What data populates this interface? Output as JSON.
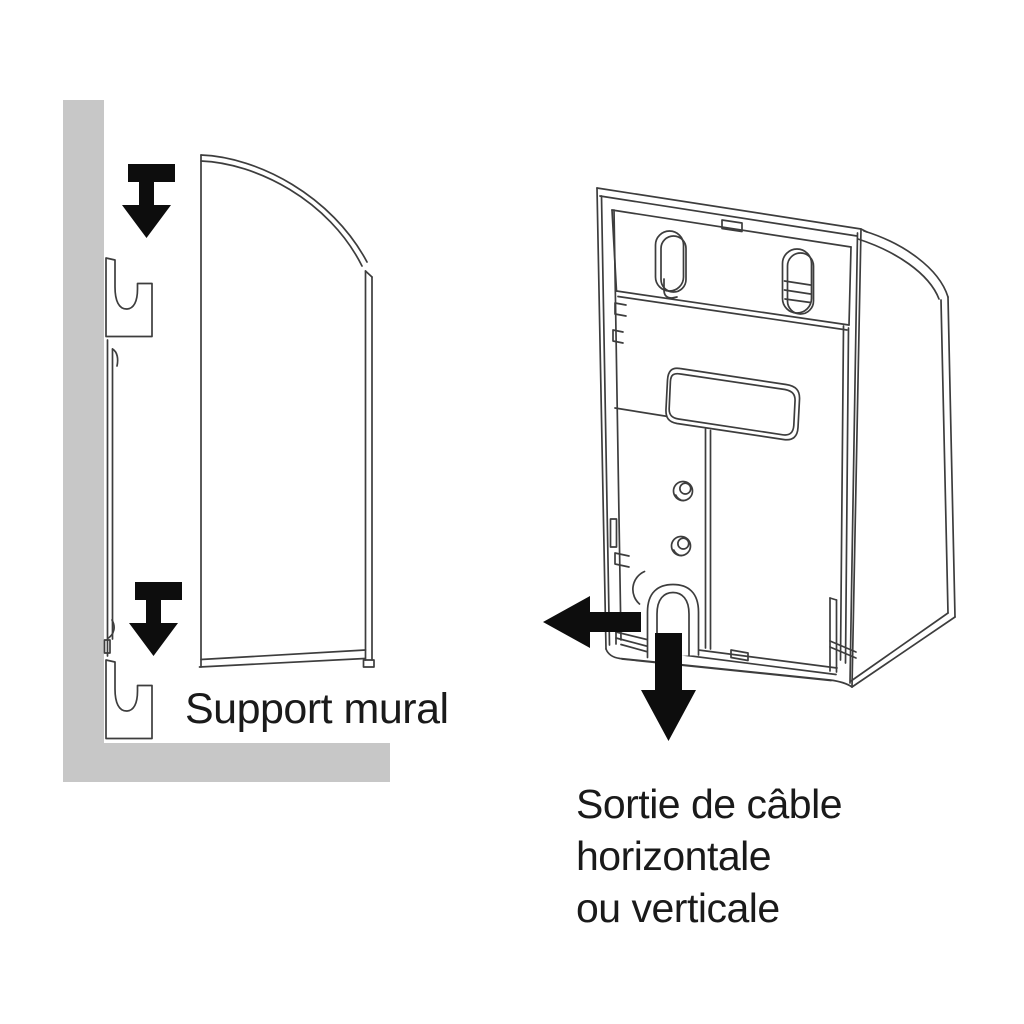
{
  "colors": {
    "wall_gray": "#c7c7c7",
    "line_gray": "#3d3d3d",
    "arrow_black": "#0d0d0d",
    "text_black": "#1a1a1a",
    "background": "#ffffff"
  },
  "left_figure": {
    "caption": "Support mural",
    "icons": [
      "insertion-arrow-top",
      "insertion-arrow-bottom"
    ]
  },
  "right_figure": {
    "caption_lines": [
      "Sortie de câble",
      "horizontale",
      "ou verticale"
    ],
    "icons": [
      "cable-exit-arrow-horizontal",
      "cable-exit-arrow-vertical"
    ]
  }
}
